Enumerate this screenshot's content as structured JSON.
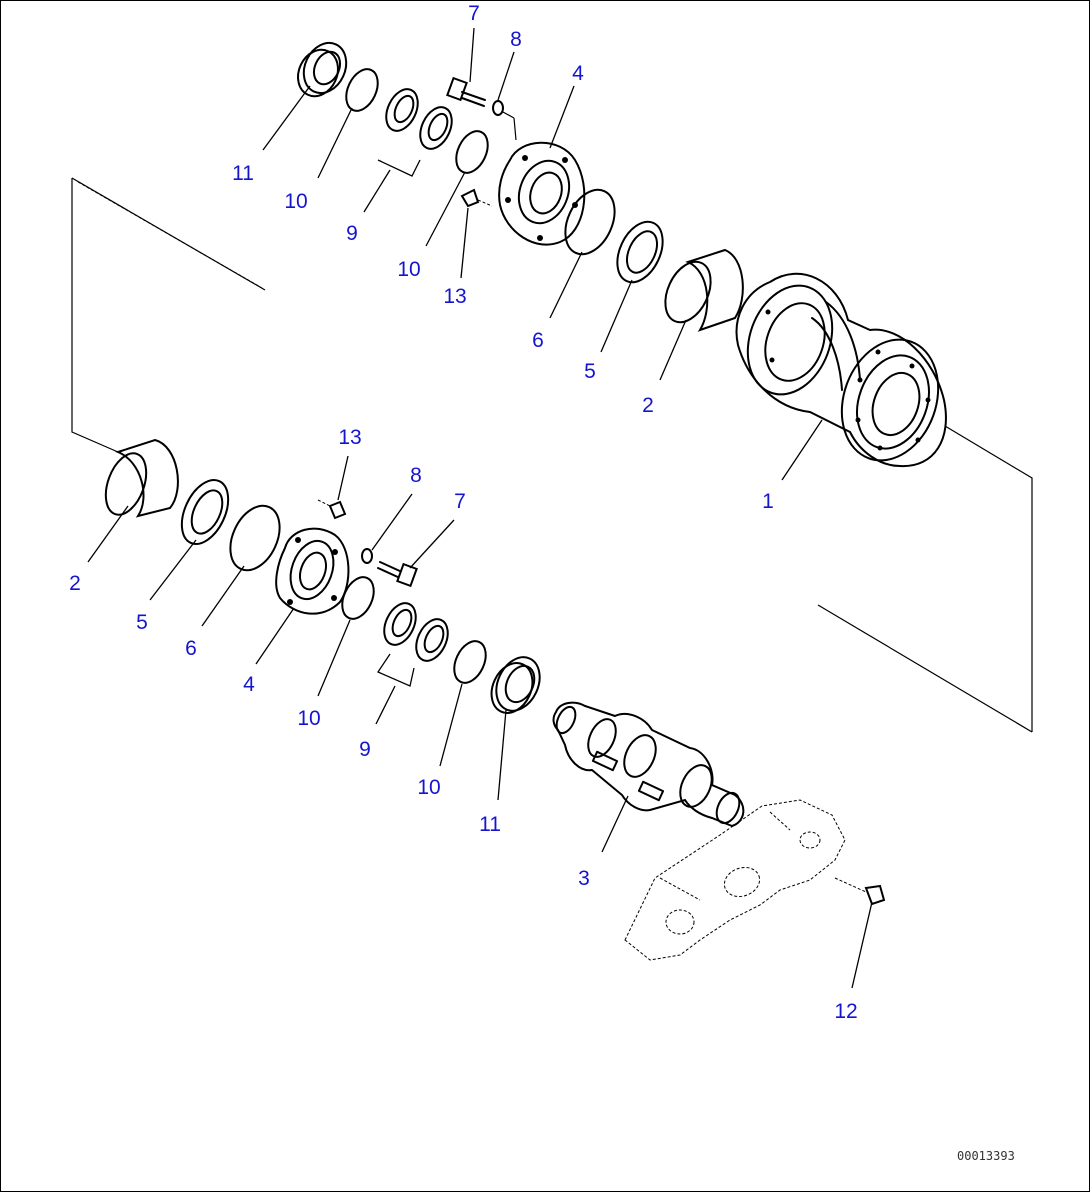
{
  "drawing_code": "00013393",
  "callouts": [
    {
      "id": "c-7-top",
      "label": "7"
    },
    {
      "id": "c-8-top",
      "label": "8"
    },
    {
      "id": "c-4-top",
      "label": "4"
    },
    {
      "id": "c-11-top",
      "label": "11"
    },
    {
      "id": "c-10-top-a",
      "label": "10"
    },
    {
      "id": "c-9-top",
      "label": "9"
    },
    {
      "id": "c-10-top-b",
      "label": "10"
    },
    {
      "id": "c-13-top",
      "label": "13"
    },
    {
      "id": "c-6-top",
      "label": "6"
    },
    {
      "id": "c-5-top",
      "label": "5"
    },
    {
      "id": "c-2-top",
      "label": "2"
    },
    {
      "id": "c-1",
      "label": "1"
    },
    {
      "id": "c-13-bot",
      "label": "13"
    },
    {
      "id": "c-8-bot",
      "label": "8"
    },
    {
      "id": "c-7-bot",
      "label": "7"
    },
    {
      "id": "c-2-bot",
      "label": "2"
    },
    {
      "id": "c-5-bot",
      "label": "5"
    },
    {
      "id": "c-6-bot",
      "label": "6"
    },
    {
      "id": "c-4-bot",
      "label": "4"
    },
    {
      "id": "c-10-bot-a",
      "label": "10"
    },
    {
      "id": "c-9-bot",
      "label": "9"
    },
    {
      "id": "c-10-bot-b",
      "label": "10"
    },
    {
      "id": "c-11-bot",
      "label": "11"
    },
    {
      "id": "c-3",
      "label": "3"
    },
    {
      "id": "c-12",
      "label": "12"
    }
  ]
}
